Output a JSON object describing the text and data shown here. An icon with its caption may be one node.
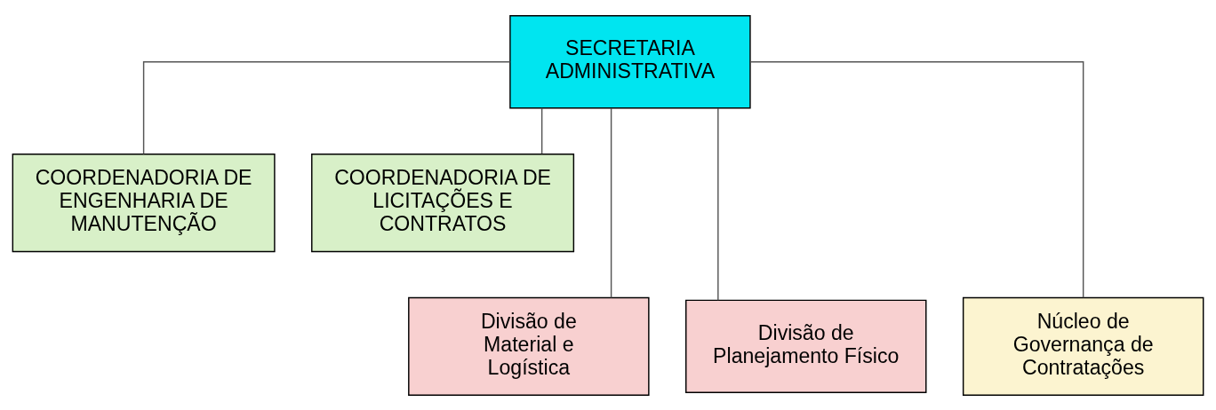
{
  "diagram": {
    "nodes": [
      {
        "text": [
          "SECRETARIA ADMINISTRATIVA"
        ]
      },
      {
        "text": [
          "COORDENADORIA DE ENGENHARIA DE MANUTENÇÃO"
        ]
      },
      {
        "text": [
          "COORDENADORIA DE LICITAÇÕES E CONTRATOS"
        ]
      },
      {
        "text": [
          "Divisão de Material e Logística"
        ]
      },
      {
        "text": [
          "Divisão de Planejamento Físico"
        ]
      },
      {
        "text": [
          "Núcleo de Governança de Contratações"
        ]
      }
    ],
    "edges": [
      {
        "from": 0,
        "to": 1,
        "arrow": "none"
      },
      {
        "from": 0,
        "to": 2,
        "arrow": "none"
      },
      {
        "from": 0,
        "to": 3,
        "arrow": "none"
      },
      {
        "from": 0,
        "to": 4,
        "arrow": "none"
      },
      {
        "from": 0,
        "to": 5,
        "arrow": "none"
      }
    ]
  }
}
